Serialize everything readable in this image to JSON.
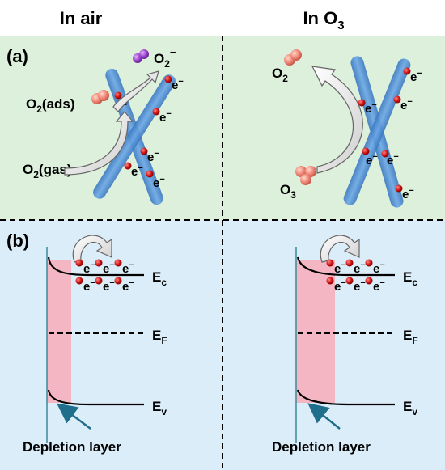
{
  "headers": {
    "left": "In air",
    "right_prefix": "In O",
    "right_sub": "3"
  },
  "panels": {
    "a": "(a)",
    "b": "(b)"
  },
  "species": {
    "o2": "O",
    "o2_sub": "2",
    "o2_minus_sup": "−",
    "ads": "(ads)",
    "gas": "(gas)",
    "o3": "O",
    "o3_sub": "3"
  },
  "electron": {
    "e": "e",
    "sup": "−"
  },
  "bands": {
    "ec": "E",
    "ec_sub": "c",
    "ef": "E",
    "ef_sub": "F",
    "ev": "E",
    "ev_sub": "v"
  },
  "depletion_label": "Depletion layer",
  "colors": {
    "bg_a": "#dcf0dc",
    "bg_b": "#dbedf8",
    "rod": "#4a88cc",
    "electron": "#cc1111",
    "o2_sphere": "#f08878",
    "o2_minus_sphere": "#9944cc",
    "depletion": "#f4b6c2",
    "arrow_teal": "#1f6e8c"
  }
}
